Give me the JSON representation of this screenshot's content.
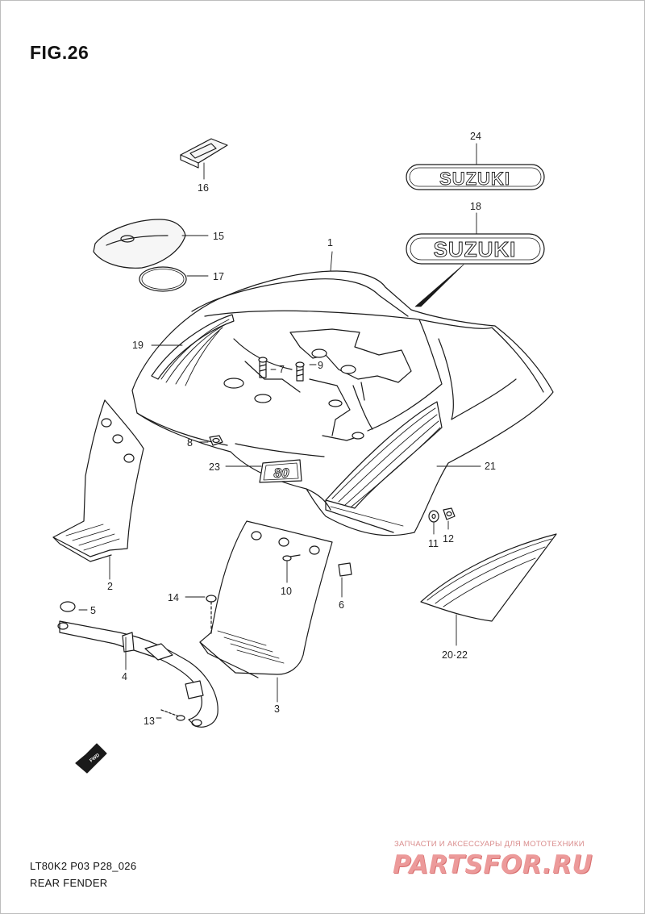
{
  "figure": {
    "title": "FIG.26",
    "model_code": "LT80K2 P03 P28_026",
    "name": "REAR FENDER"
  },
  "emblems": {
    "suzuki_upper": "SUZUKI",
    "suzuki_lower": "SUZUKI",
    "model_badge": "80"
  },
  "callouts": {
    "c1": "1",
    "c2": "2",
    "c3": "3",
    "c4": "4",
    "c5": "5",
    "c6": "6",
    "c7": "7",
    "c8": "8",
    "c9": "9",
    "c10": "10",
    "c11": "11",
    "c12": "12",
    "c13": "13",
    "c14": "14",
    "c15": "15",
    "c16": "16",
    "c17": "17",
    "c18": "18",
    "c19": "19",
    "c20_22": "20·22",
    "c21": "21",
    "c23": "23",
    "c24": "24"
  },
  "fwd_arrow": {
    "label": "FWD",
    "icon": "fwd-arrow-icon"
  },
  "watermark": {
    "tagline": "ЗАПЧАСТИ И АКСЕССУАРЫ ДЛЯ МОТОТЕХНИКИ",
    "logo": "PARTSFOR.RU"
  },
  "colors": {
    "line": "#1a1a1a",
    "watermark": "#ec9a9a"
  }
}
